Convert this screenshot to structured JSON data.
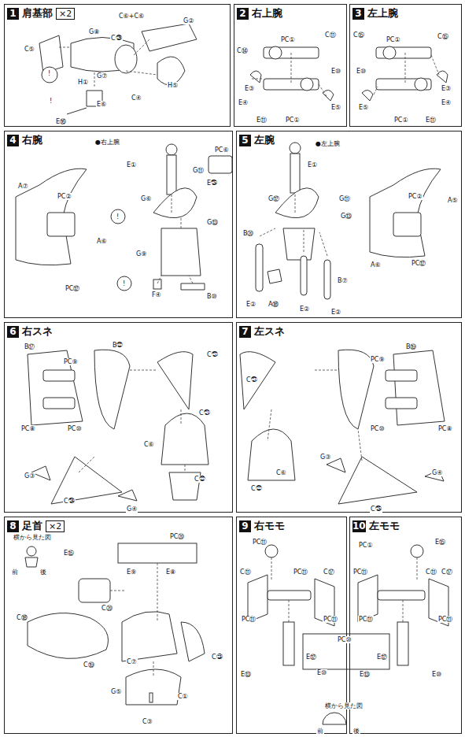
{
  "diagram": {
    "nodes": [
      {
        "text": [
          "1",
          "肩基部",
          "×2"
        ]
      },
      {
        "text": [
          "2",
          "右上腕"
        ]
      },
      {
        "text": [
          "3",
          "左上腕"
        ]
      },
      {
        "text": [
          "4",
          "右腕"
        ]
      },
      {
        "text": [
          "5",
          "左腕"
        ]
      },
      {
        "text": [
          "6",
          "右スネ"
        ]
      },
      {
        "text": [
          "7",
          "左スネ"
        ]
      },
      {
        "text": [
          "8",
          "足首",
          "×2"
        ]
      },
      {
        "text": [
          "9",
          "右モモ"
        ]
      },
      {
        "text": [
          "10",
          "左モモ"
        ]
      }
    ],
    "labels": [
      "C⑥+C⑥",
      "G②",
      "G⑧",
      "C㉙",
      "C⑤",
      "G⑦",
      "C④",
      "H①",
      "H⑤",
      "E⑥",
      "E⑯",
      "!",
      "!",
      "C⑪",
      "PC①",
      "C⑭",
      "E⑩",
      "E③",
      "E④",
      "E⑪",
      "PC①",
      "E⑤",
      "C⑮",
      "PC①",
      "C⑮",
      "E⑩",
      "E③",
      "E④",
      "E⑪",
      "PC①",
      "E⑤",
      "●右上腕",
      "E①",
      "PC⑥",
      "E㉕",
      "G⑥",
      "G⑪",
      "G⑬",
      "G⑨",
      "F④",
      "B⑩",
      "A⑦",
      "PC②",
      "A⑥",
      "PC⑫",
      "!",
      "!",
      "●左上腕",
      "E①",
      "G⑫",
      "G⑪",
      "G⑬",
      "B⑳",
      "B⑦",
      "E②",
      "A⑱",
      "E②",
      "E②",
      "PC②",
      "A⑤",
      "A⑥",
      "PC⑫",
      "B⑰",
      "B㉒",
      "PC⑨",
      "PC⑧",
      "PC⑩",
      "C㉗",
      "C㉑",
      "C⑥",
      "C㉒",
      "G③",
      "C㉔",
      "G④",
      "C㉗",
      "B⑲",
      "PC⑨",
      "PC⑩",
      "PC⑧",
      "C⑥",
      "C㉒",
      "G③",
      "G④",
      "C㉕",
      "横から見た図",
      "前",
      "後",
      "E⑮",
      "PC⑳",
      "E⑨",
      "E⑧",
      "C⑱",
      "C⑲",
      "C⑳",
      "C⑦",
      "C㉓",
      "G⑤",
      "C①",
      "C③",
      "PC⑪",
      "C⑪",
      "PC⑪",
      "C⑰",
      "PC⑪",
      "PC⑪",
      "E⑬",
      "E⑩",
      "PC⑩",
      "E⑫",
      "E⑫",
      "横から見た図",
      "前",
      "後",
      "E⑮",
      "PC①",
      "PC⑪",
      "C⑰",
      "C⑪",
      "PC⑪",
      "PC⑪",
      "E⑬",
      "E⑩"
    ]
  }
}
